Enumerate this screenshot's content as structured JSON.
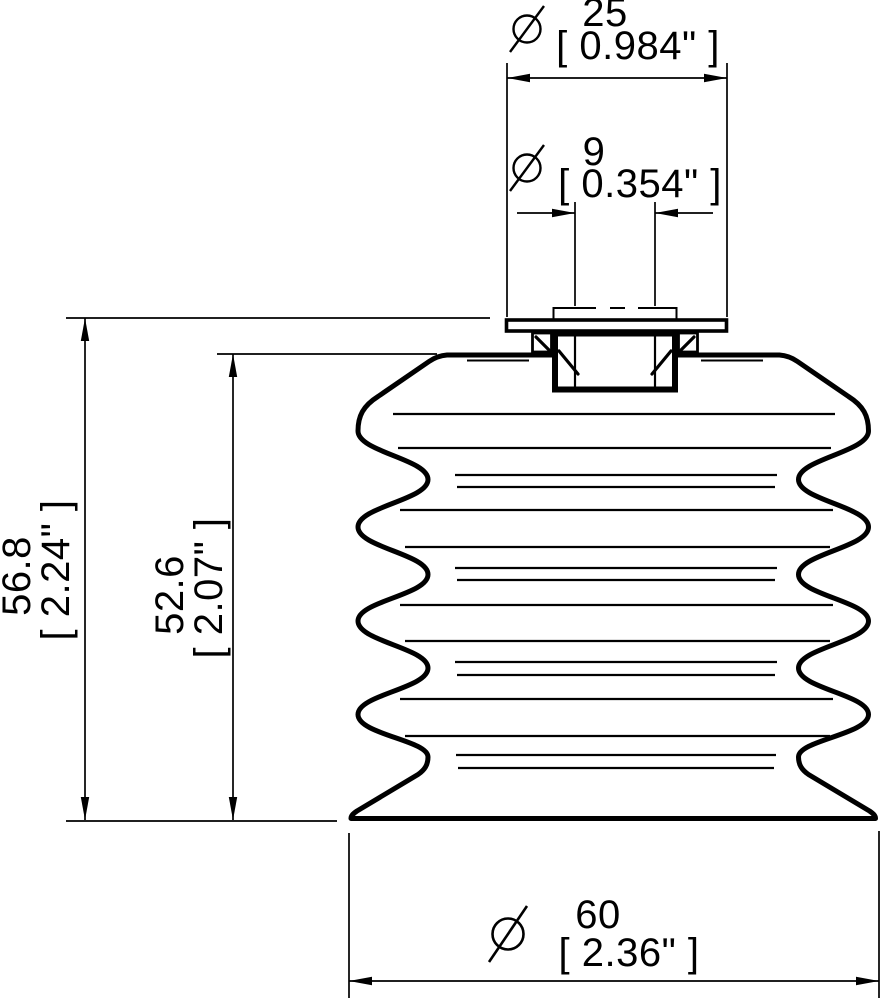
{
  "page": {
    "background": "#ffffff",
    "line_color": "#000000"
  },
  "dimensions": {
    "top_diameter": {
      "symbol": "diameter",
      "mm": "25",
      "inch": "[ 0.984\" ]"
    },
    "hole_diameter": {
      "symbol": "diameter",
      "mm": "9",
      "inch": "[ 0.354\" ]"
    },
    "overall_height": {
      "mm": "56.8",
      "inch": "[ 2.24\" ]"
    },
    "cup_height": {
      "mm": "52.6",
      "inch": "[ 2.07\" ]"
    },
    "base_diameter": {
      "symbol": "diameter",
      "mm": "60",
      "inch": "[ 2.36\" ]"
    }
  }
}
